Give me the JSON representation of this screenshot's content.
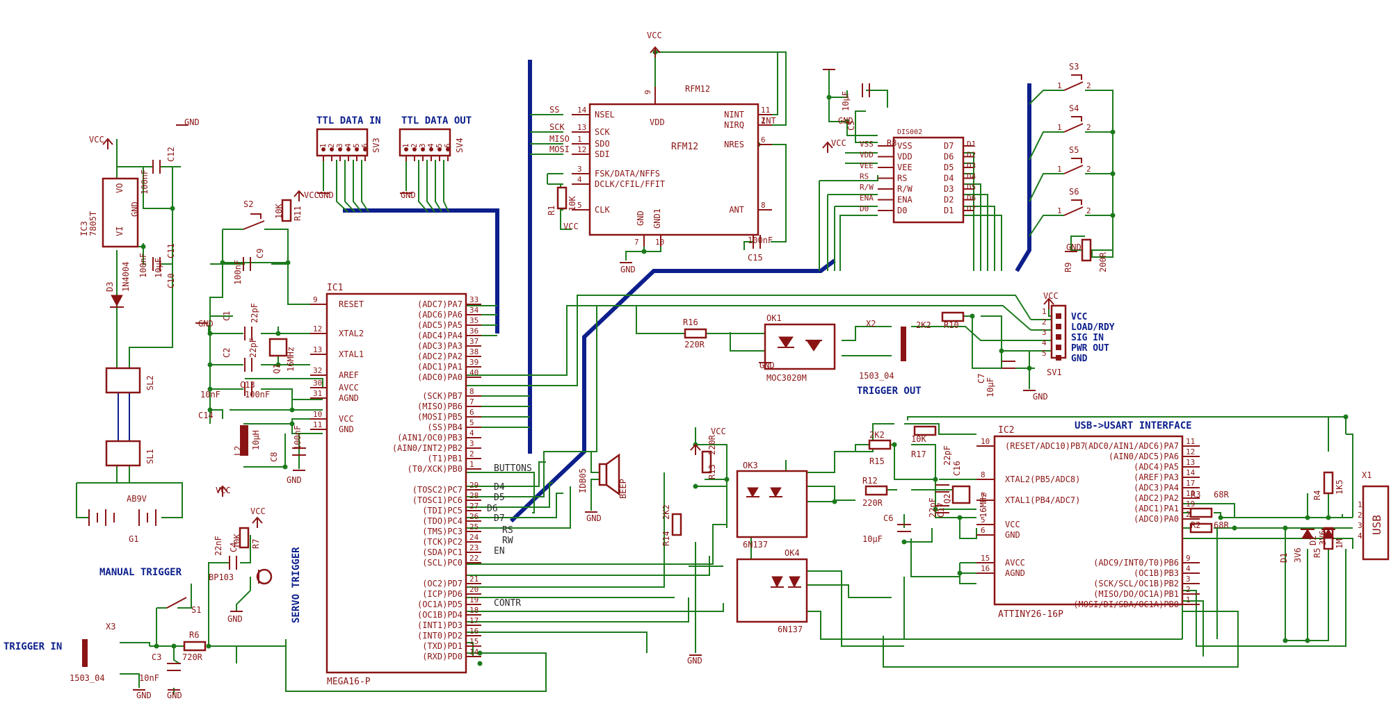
{
  "headers": {
    "ttl_in": "TTL DATA IN",
    "ttl_out": "TTL DATA OUT",
    "manual_trigger": "MANUAL TRIGGER",
    "trigger_in": "TRIGGER IN",
    "servo_trigger": "SERVO TRIGGER",
    "trigger_out": "TRIGGER OUT",
    "usb_interface": "USB->USART INTERFACE"
  },
  "power": {
    "vcc": "VCC",
    "gnd": "GND"
  },
  "ic1": {
    "ref": "IC1",
    "value": "MEGA16-P",
    "left_pins": [
      {
        "name": "RESET",
        "num": "9"
      },
      {
        "name": "XTAL2",
        "num": "12"
      },
      {
        "name": "XTAL1",
        "num": "13"
      },
      {
        "name": "AREF",
        "num": "32"
      },
      {
        "name": "AVCC",
        "num": "30"
      },
      {
        "name": "AGND",
        "num": "31"
      },
      {
        "name": "VCC",
        "num": "10"
      },
      {
        "name": "GND",
        "num": "11"
      }
    ],
    "right_pins": [
      {
        "name": "(ADC7)PA7",
        "num": "33"
      },
      {
        "name": "(ADC6)PA6",
        "num": "34"
      },
      {
        "name": "(ADC5)PA5",
        "num": "35"
      },
      {
        "name": "(ADC4)PA4",
        "num": "36"
      },
      {
        "name": "(ADC3)PA3",
        "num": "37"
      },
      {
        "name": "(ADC2)PA2",
        "num": "38"
      },
      {
        "name": "(ADC1)PA1",
        "num": "39"
      },
      {
        "name": "(ADC0)PA0",
        "num": "40"
      },
      {
        "name": "(SCK)PB7",
        "num": "8"
      },
      {
        "name": "(MISO)PB6",
        "num": "7"
      },
      {
        "name": "(MOSI)PB5",
        "num": "6"
      },
      {
        "name": "(SS)PB4",
        "num": "5"
      },
      {
        "name": "(AIN1/OC0)PB3",
        "num": "4"
      },
      {
        "name": "(AIN0/INT2)PB2",
        "num": "3"
      },
      {
        "name": "(T1)PB1",
        "num": "2"
      },
      {
        "name": "(T0/XCK)PB0",
        "num": "1"
      },
      {
        "name": "(TOSC2)PC7",
        "num": "29"
      },
      {
        "name": "(TOSC1)PC6",
        "num": "28"
      },
      {
        "name": "(TDI)PC5",
        "num": "27"
      },
      {
        "name": "(TDO)PC4",
        "num": "26"
      },
      {
        "name": "(TMS)PC3",
        "num": "25"
      },
      {
        "name": "(TCK)PC2",
        "num": "24"
      },
      {
        "name": "(SDA)PC1",
        "num": "23"
      },
      {
        "name": "(SCL)PC0",
        "num": "22"
      },
      {
        "name": "(OC2)PD7",
        "num": "21"
      },
      {
        "name": "(ICP)PD6",
        "num": "20"
      },
      {
        "name": "(OC1A)PD5",
        "num": "19"
      },
      {
        "name": "(OC1B)PD4",
        "num": "18"
      },
      {
        "name": "(INT1)PD3",
        "num": "17"
      },
      {
        "name": "(INT0)PD2",
        "num": "16"
      },
      {
        "name": "(TXD)PD1",
        "num": "15"
      },
      {
        "name": "(RXD)PD0",
        "num": "14"
      }
    ]
  },
  "ic2": {
    "ref": "IC2",
    "value": "ATTINY26-16P",
    "left_pins": [
      {
        "name": "(RESET/ADC10)PB7",
        "num": "10"
      },
      {
        "name": "XTAL2(PB5/ADC8)",
        "num": "8"
      },
      {
        "name": "XTAL1(PB4/ADC7)",
        "num": "7"
      },
      {
        "name": "VCC",
        "num": "5"
      },
      {
        "name": "GND",
        "num": "6"
      },
      {
        "name": "AVCC",
        "num": "15"
      },
      {
        "name": "AGND",
        "num": "16"
      }
    ],
    "right_pins": [
      {
        "name": "(ADC0/AIN1/ADC6)PA7",
        "num": "11"
      },
      {
        "name": "(AIN0/ADC5)PA6",
        "num": "12"
      },
      {
        "name": "(ADC4)PA5",
        "num": "13"
      },
      {
        "name": "(AREF)PA3",
        "num": "14"
      },
      {
        "name": "(ADC3)PA4",
        "num": "17"
      },
      {
        "name": "(ADC2)PA2",
        "num": "18"
      },
      {
        "name": "(ADC1)PA1",
        "num": "19"
      },
      {
        "name": "(ADC0)PA0",
        "num": "20"
      },
      {
        "name": "(ADC9/INT0/T0)PB6",
        "num": "9"
      },
      {
        "name": "(OC1B)PB3",
        "num": "4"
      },
      {
        "name": "(SCK/SCL/OC1B)PB2",
        "num": "3"
      },
      {
        "name": "(MISO/DO/OC1A)PB1",
        "num": "2"
      },
      {
        "name": "(MOSI/DI/SDA/OC1A)PB0",
        "num": "1"
      }
    ]
  },
  "rfm12": {
    "ref": "RFM12",
    "value": "RFM12",
    "left_pins": [
      {
        "name": "NSEL",
        "num": "14",
        "net": "SS"
      },
      {
        "name": "SCK",
        "num": "13",
        "net": "SCK"
      },
      {
        "name": "SDO",
        "num": "1",
        "net": "MISO"
      },
      {
        "name": "SDI",
        "num": "12",
        "net": "MOSI"
      },
      {
        "name": "FSK/DATA/NFFS",
        "num": "3",
        "net": ""
      },
      {
        "name": "DCLK/CFIL/FFIT",
        "num": "4",
        "net": ""
      },
      {
        "name": "CLK",
        "num": "5",
        "net": ""
      }
    ],
    "right_pins": [
      {
        "name": "NINT",
        "num": "11"
      },
      {
        "name": "NIRQ",
        "num": "2"
      },
      {
        "name": "NRES",
        "num": "6"
      },
      {
        "name": "ANT",
        "num": "8"
      }
    ],
    "top_pin": {
      "name": "VDD",
      "num": "9"
    },
    "bottom_pins": [
      {
        "name": "GND",
        "num": "7"
      },
      {
        "name": "GND1",
        "num": "10"
      }
    ],
    "int_net": "INT"
  },
  "lcd": {
    "ref": "DIS002",
    "left_pins": [
      "VSS",
      "VDD",
      "VEE",
      "RS",
      "R/W",
      "ENA",
      "D0"
    ],
    "right_pins": [
      "D7",
      "D6",
      "D5",
      "D4",
      "D3",
      "D2",
      "D1"
    ],
    "left_nets": [
      "VSS",
      "VDD",
      "VEE",
      "RS",
      "R/W",
      "ENA",
      "D0"
    ],
    "right_nets": [
      "D1",
      "D2",
      "D3",
      "D4",
      "D5",
      "D6",
      "D7"
    ]
  },
  "connectors": {
    "sv3": "SV3",
    "sv4": "SV4",
    "sv1": "SV1",
    "sl1": "SL1",
    "sl2": "SL2",
    "sv1_pins": [
      "VCC",
      "LOAD/RDY",
      "SIG IN",
      "PWR OUT",
      "GND"
    ],
    "x1": "X1",
    "usb": "USB",
    "x2": "X2",
    "x2_value": "1503_04",
    "x3": "X3",
    "x3_value": "1503_04"
  },
  "components": {
    "ic3": "IC3",
    "ic3_value": "7805T",
    "ic3_pins": [
      "VO",
      "GND",
      "VI"
    ],
    "g1": "G1",
    "g1_value": "AB9V",
    "d3": "D3",
    "d3_value": "1N4004",
    "d1": "D1",
    "d1_value": "3V6",
    "d2": "D2",
    "d2_value": "3V6",
    "c12": "C12",
    "c12_value": "100nF",
    "c11": "C11",
    "c11_value": "10µF",
    "c10": "C10",
    "c10_value": "100nF",
    "c9": "C9",
    "c9_value": "100nF",
    "c1": "C1",
    "c1_value": "22pF",
    "c2": "C2",
    "c2_value": "22pF",
    "c13": "C13",
    "c13_value": "100nF",
    "c14": "C14",
    "c14_value": "10nF",
    "c8": "C8",
    "c8_value": "100nF",
    "c3": "C3",
    "c3_value": "10nF",
    "c4": "C4",
    "c4_value": "22nF",
    "c15": "C15",
    "c15_value": "100nF",
    "c5": "C5",
    "c5_value": "10µF",
    "c7": "C7",
    "c7_value": "10µF",
    "c6": "C6",
    "c6_value": "10µF",
    "c16": "C16",
    "c16_value": "22pF",
    "c17": "C17",
    "c17_value": "22pF",
    "q1": "Q1",
    "q1_value": "16MHz",
    "q2": "Q2",
    "q2_value": "16MHz",
    "l2": "L2",
    "l2_value": "10µH",
    "r11": "R11",
    "r11_value": "10K",
    "r7": "R7",
    "r7_value": "10K",
    "r6": "R6",
    "r6_value": "720R",
    "r1": "R1",
    "r1_value": "10K",
    "r16": "R16",
    "r16_value": "220R",
    "r10": "R10",
    "r10_value": "2K2",
    "r8": "R8",
    "r9": "R9",
    "r9_value": "200R",
    "r13": "R13",
    "r13_value": "220R",
    "r14": "R14",
    "r14_value": "2K2",
    "r15": "R15",
    "r15_value": "2K2",
    "r17": "R17",
    "r17_value": "10K",
    "r12": "R12",
    "r12_value": "220R",
    "r3": "R3",
    "r3_value": "68R",
    "r2": "R2",
    "r2_value": "68R",
    "r4": "R4",
    "r4_value": "1K5",
    "r5": "R5",
    "r5_value": "1M",
    "s1": "S1",
    "s2": "S2",
    "s3": "S3",
    "s4": "S4",
    "s5": "S5",
    "s6": "S6",
    "t1_value": "BP103",
    "ok1": "OK1",
    "ok1_value": "MOC3020M",
    "ok3": "OK3",
    "ok3_value": "6N137",
    "ok4": "OK4",
    "ok4_value": "6N137",
    "beep": "BEEP",
    "beep_value": "IDB05"
  },
  "nets": {
    "buttons": "BUTTONS",
    "contr": "CONTR",
    "d4": "D4",
    "d5": "D5",
    "d6": "D6",
    "d7": "D7",
    "rs": "RS",
    "rw": "RW",
    "en": "EN"
  }
}
